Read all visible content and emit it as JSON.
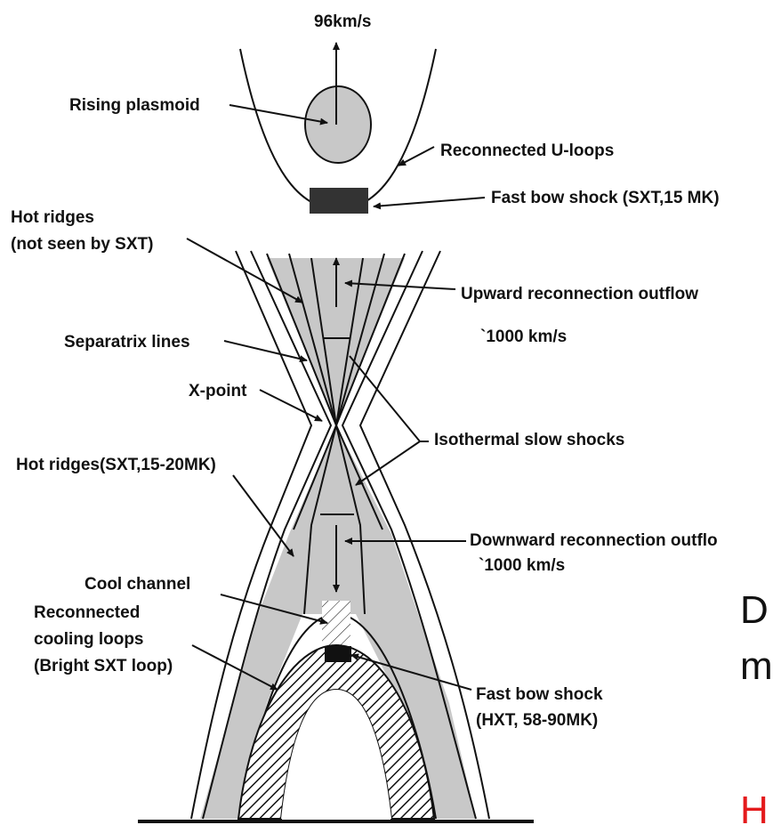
{
  "labels": {
    "velocity_top": "96km/s",
    "rising_plasmoid": "Rising plasmoid",
    "reconnected_u_loops": "Reconnected U-loops",
    "fast_bow_shock_top": "Fast bow shock (SXT,15 MK)",
    "hot_ridges_top_1": "Hot ridges",
    "hot_ridges_top_2": "(not seen by SXT)",
    "upward_outflow": "Upward reconnection outflow",
    "upward_speed": "`1000 km/s",
    "separatrix_lines": "Separatrix lines",
    "x_point": "X-point",
    "isothermal_slow_shocks": "Isothermal  slow shocks",
    "hot_ridges_sxt": "Hot ridges(SXT,15-20MK)",
    "downward_outflow": "Downward reconnection outflo",
    "downward_speed": "`1000 km/s",
    "cool_channel": "Cool channel",
    "cooling_loops_1": "Reconnected",
    "cooling_loops_2": "cooling loops",
    "cooling_loops_3": "(Bright SXT loop)",
    "fast_bow_shock_bottom_1": "Fast bow shock",
    "fast_bow_shock_bottom_2": "(HXT, 58-90MK)"
  },
  "overlay": {
    "letter_d": "D",
    "letter_m": "m",
    "letter_h": "H"
  },
  "colors": {
    "shaded_region": "#c8c8c8",
    "ink": "#111111",
    "overlay_text": "#111111",
    "overlay_red": "#e41a1c"
  }
}
